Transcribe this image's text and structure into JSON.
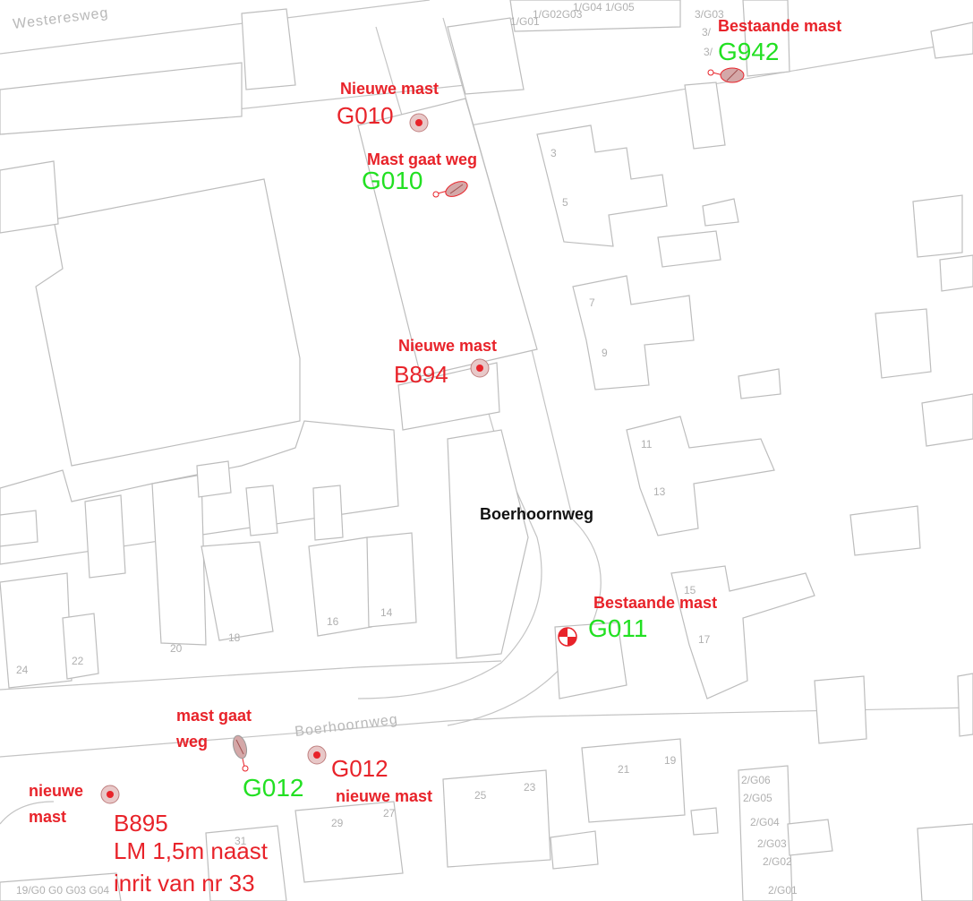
{
  "street_labels": {
    "westeresweg": "Westeresweg",
    "boerhoornweg_map": "Boerhoornweg",
    "boerhoornweg_annotation": "Boerhoornweg"
  },
  "house_numbers": {
    "n3": "3",
    "n5": "5",
    "n7": "7",
    "n9": "9",
    "n11": "11",
    "n13": "13",
    "n15": "15",
    "n17": "17",
    "n14": "14",
    "n16": "16",
    "n18": "18",
    "n20": "20",
    "n22": "22",
    "n24": "24",
    "n19": "19",
    "n21": "21",
    "n23": "23",
    "n25": "25",
    "n27": "27",
    "n29": "29",
    "n31": "31",
    "g_top_left": "1/G01",
    "g_top_mid": "1/G02G03",
    "g_top_right": "1/G04 1/G05",
    "g_tr_1": "3/G03",
    "g_tr_2": "3/",
    "g_tr_3": "3/",
    "g_br_1": "2/G06",
    "g_br_2": "2/G05",
    "g_br_3": "2/G04",
    "g_br_4": "2/G03",
    "g_br_5": "2/G02",
    "g_br_6": "2/G01",
    "g_bl": "19/G0 G0 G03 G04"
  },
  "annotations": {
    "g942_status": "Bestaande mast",
    "g942_id": "G942",
    "g010_new_status": "Nieuwe mast",
    "g010_new_id": "G010",
    "g010_old_status": "Mast gaat weg",
    "g010_old_id": "G010",
    "b894_status": "Nieuwe mast",
    "b894_id": "B894",
    "g011_status": "Bestaande mast",
    "g011_id": "G011",
    "g012_old_status_1": "mast gaat",
    "g012_old_status_2": "weg",
    "g012_old_id": "G012",
    "g012_new_id": "G012",
    "g012_new_status": "nieuwe mast",
    "b895_status_1": "nieuwe",
    "b895_status_2": "mast",
    "b895_id": "B895",
    "b895_note_1": "LM 1,5m naast",
    "b895_note_2": "inrit van nr 33"
  },
  "colors": {
    "new_mast": "#e8232a",
    "existing_id": "#22e022",
    "removed_mast_fill": "#c8a0a0",
    "building_stroke": "#bdbdbd",
    "label_black": "#111111"
  },
  "icons": {
    "new_mast": "red-dot-in-circle-icon",
    "removed_mast": "hatched-ellipse-icon",
    "existing_mast_quarter": "quartered-circle-icon"
  }
}
